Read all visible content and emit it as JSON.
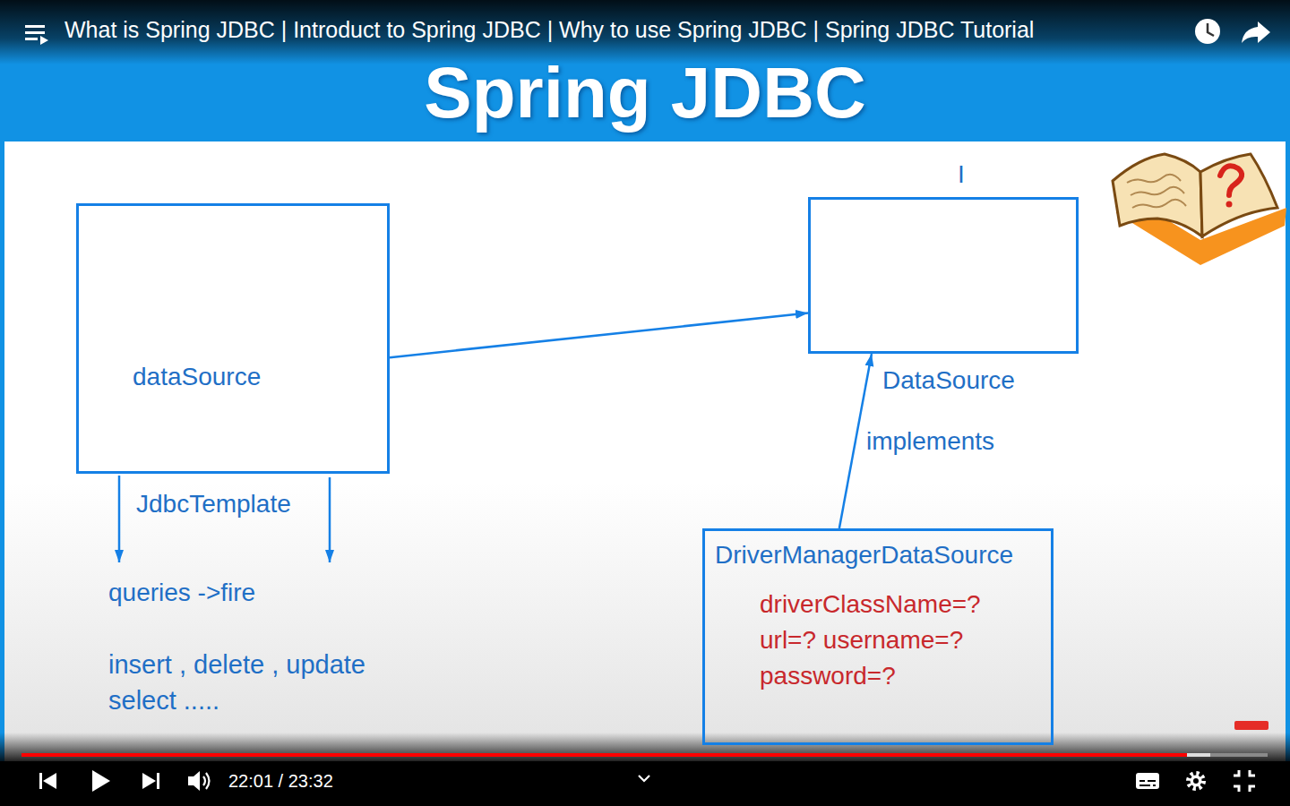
{
  "diagram": {
    "title": "Spring JDBC",
    "nodes": [
      {
        "text": [
          "dataSource",
          "JdbcTemplate"
        ]
      },
      {
        "text": [
          "I",
          "DataSource"
        ]
      },
      {
        "text": [
          "DriverManagerDataSource",
          "driverClassName=? url=? username=? password=?"
        ]
      }
    ],
    "edges": [
      {
        "from": 0,
        "to": 1,
        "arrow": "to"
      },
      {
        "from": 2,
        "to": 1,
        "label": "implements",
        "arrow": "to"
      }
    ],
    "labels": [
      "What is Spring JDBC | Introduct to Spring JDBC | Why to use Spring JDBC | Spring JDBC Tutorial",
      "queries ->fire",
      "insert , delete , update select .....",
      "22:01 / 23:32"
    ]
  }
}
